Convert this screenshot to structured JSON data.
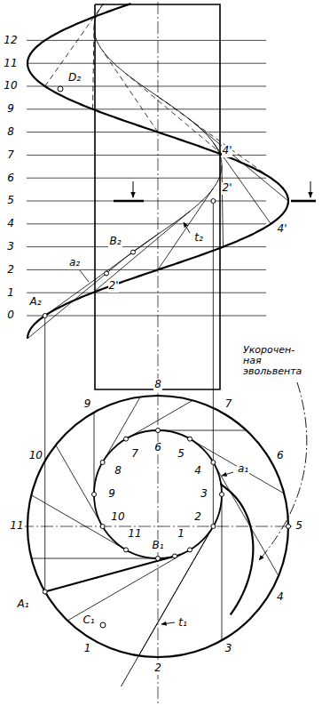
{
  "diagram": {
    "labels": [
      "12",
      "11",
      "10",
      "9",
      "8",
      "7",
      "6",
      "5",
      "4",
      "3",
      "2",
      "1",
      "0",
      "D₂",
      "A₂",
      "4'",
      "2'",
      "4'",
      "a₂",
      "B₂",
      "2'",
      "t₂",
      "Укорочен- ная эвольвента",
      "8",
      "9",
      "7",
      "10",
      "6",
      "11",
      "5",
      "A₁",
      "4",
      "3",
      "2",
      "1",
      "6",
      "5",
      "7",
      "8",
      "9",
      "4",
      "a₁",
      "3",
      "10",
      "2",
      "11",
      "1",
      "B₁",
      "C₁",
      "t₁"
    ]
  }
}
